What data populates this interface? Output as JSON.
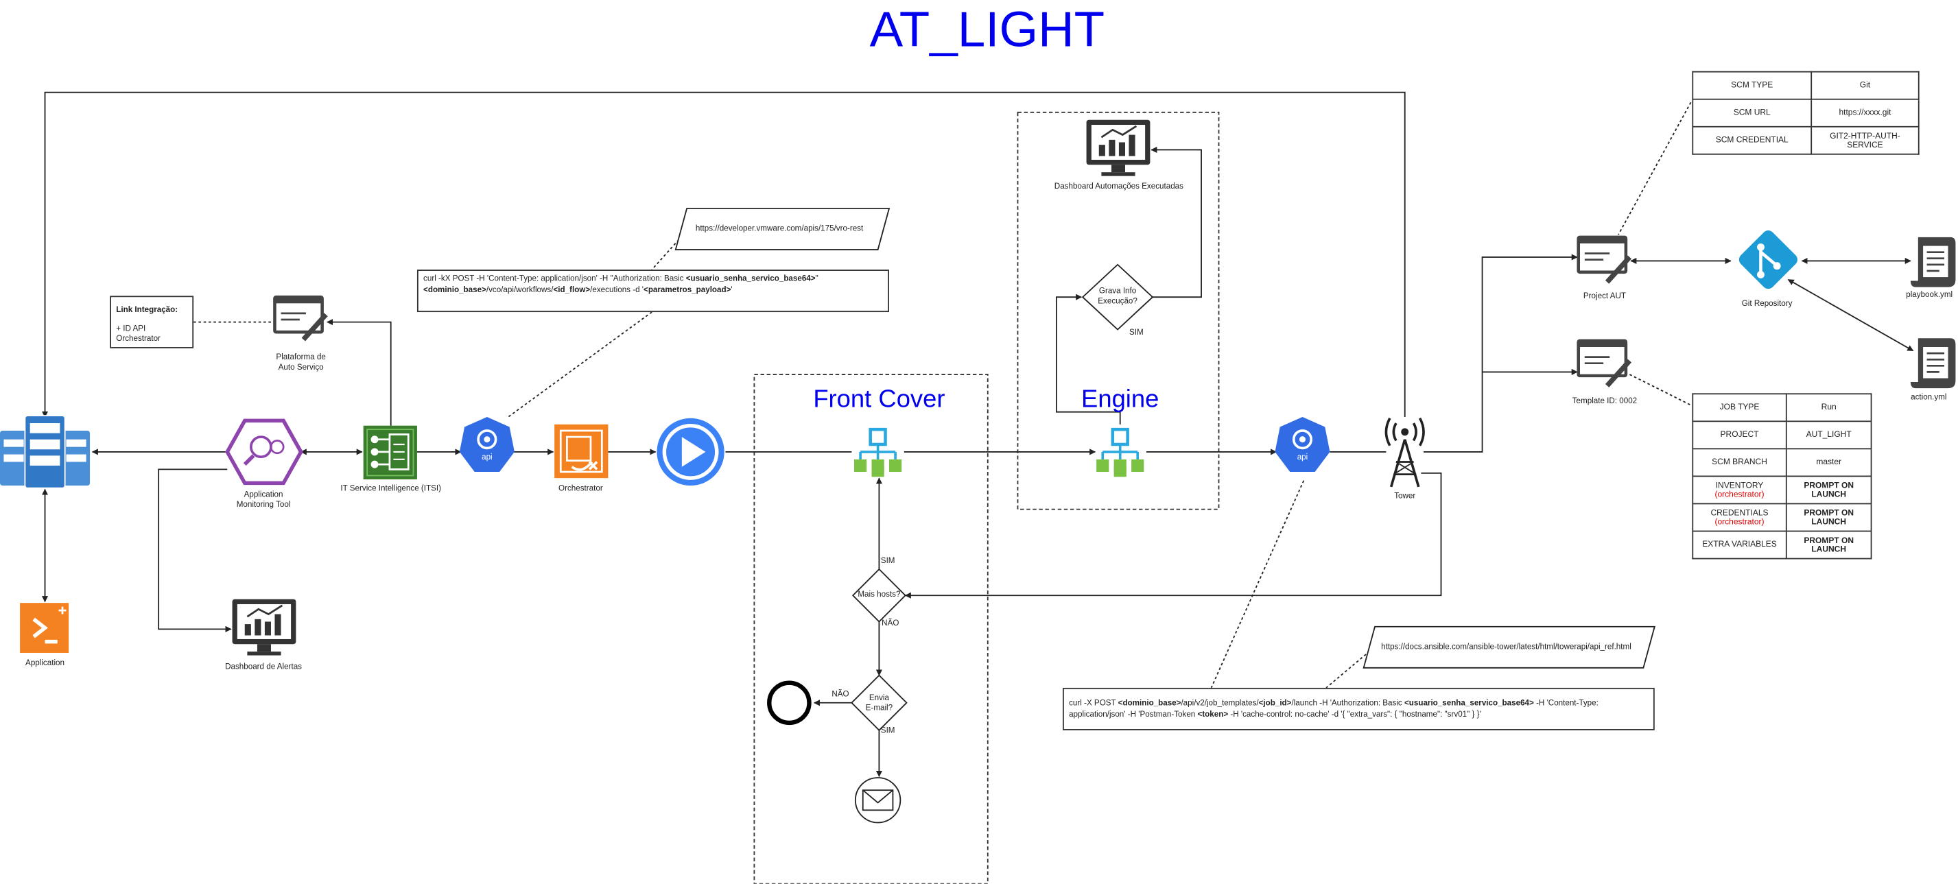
{
  "title": "AT_LIGHT",
  "sections": {
    "front_cover": "Front Cover",
    "engine": "Engine"
  },
  "nodes": {
    "application": "Application",
    "dashboard_alertas": "Dashboard de Alertas",
    "apm": "Application\nMonitoring Tool",
    "plataforma": "Plataforma de\nAuto Serviço",
    "itsi": "IT Service Intelligence (ITSI)",
    "api_badge": "api",
    "orchestrator": "Orchestrator",
    "dashboard_automacoes": "Dashboard Automações Executadas",
    "grava_info": "Grava Info\nExecução?",
    "grava_sim": "SIM",
    "tower": "Tower",
    "project_aut": "Project AUT",
    "git_repository": "Git Repository",
    "playbook": "playbook.yml",
    "action": "action.yml",
    "template_id": "Template ID: 0002",
    "mais_hosts": "Mais hosts?",
    "envia_email": "Envia\nE-mail?",
    "sim_top": "SIM",
    "nao_mid": "NÃO",
    "nao_left": "NÃO",
    "sim_bottom": "SIM"
  },
  "link_integracao": {
    "title": "Link Integração:",
    "item": "+ ID API Orchestrator"
  },
  "urls": {
    "vmware": "https://developer.vmware.com/apis/175/vro-rest",
    "ansible": "https://docs.ansible.com/ansible-tower/latest/html/towerapi/api_ref.html"
  },
  "curl_vro": {
    "p1": "curl -kX POST -H 'Content-Type: application/json' -H \"Authorization: Basic ",
    "b1": "<usuario_senha_servico_base64>",
    "p2": "\" ",
    "b2": "<dominio_base>",
    "p3": "/vco/api/workflows/",
    "b3": "<id_flow>",
    "p4": "/executions -d '",
    "b4": "<parametros_payload>",
    "p5": "'"
  },
  "curl_tower": {
    "p1": "curl -X POST ",
    "b1": "<dominio_base>",
    "p2": "/api/v2/job_templates/",
    "b2": "<job_id>",
    "p3": "/launch -H 'Authorization: Basic ",
    "b3": "<usuario_senha_servico_base64>",
    "p4": " -H 'Content-Type: application/json' -H 'Postman-Token ",
    "b4": "<token>",
    "p5": " -H 'cache-control: no-cache' -d '{ \"extra_vars\": { \"hostname\": \"srv01\" } }'"
  },
  "scm_table": [
    {
      "k": "SCM TYPE",
      "v": "Git"
    },
    {
      "k": "SCM URL",
      "v": "https://xxxx.git"
    },
    {
      "k": "SCM CREDENTIAL",
      "v": "GIT2-HTTP-AUTH-SERVICE"
    }
  ],
  "job_table": [
    {
      "k": "JOB TYPE",
      "sub": "",
      "v": "Run",
      "bold": false
    },
    {
      "k": "PROJECT",
      "sub": "",
      "v": "AUT_LIGHT",
      "bold": false
    },
    {
      "k": "SCM BRANCH",
      "sub": "",
      "v": "master",
      "bold": false
    },
    {
      "k": "INVENTORY",
      "sub": "(orchestrator)",
      "v": "PROMPT ON LAUNCH",
      "bold": true
    },
    {
      "k": "CREDENTIALS",
      "sub": "(orchestrator)",
      "v": "PROMPT ON LAUNCH",
      "bold": true
    },
    {
      "k": "EXTRA VARIABLES",
      "sub": "",
      "v": "PROMPT ON LAUNCH",
      "bold": true
    }
  ],
  "colors": {
    "title": "#0000ee",
    "server_blue": "#4a90d9",
    "app_orange": "#f58220",
    "apm_purple": "#8e44ad",
    "itsi_green": "#3a7d2c",
    "api_blue": "#326ce5",
    "orch_orange": "#f58220",
    "play_blue": "#3b82f6",
    "net_blue": "#29a9e0",
    "net_green": "#7bc142",
    "git_blue": "#1d9bd7",
    "red_note": "#e00000"
  }
}
